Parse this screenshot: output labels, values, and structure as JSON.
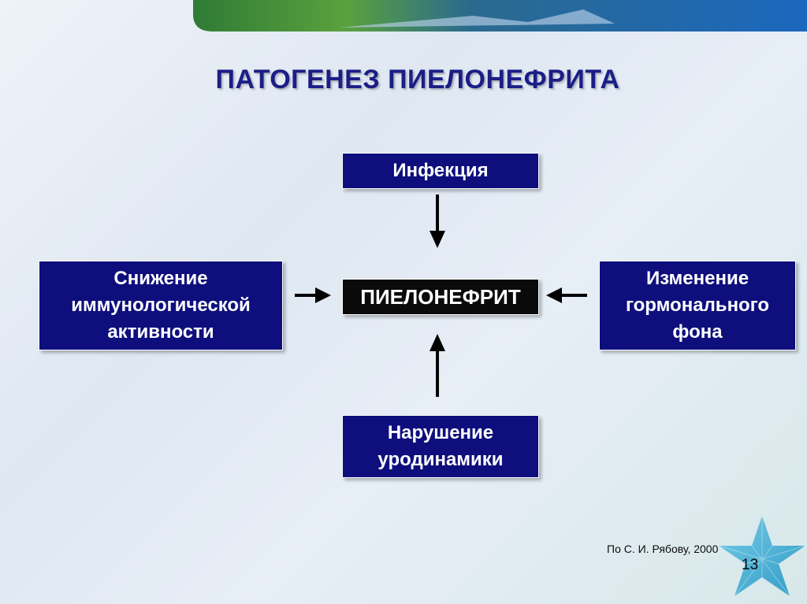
{
  "title": "ПАТОГЕНЕЗ ПИЕЛОНЕФРИТА",
  "nodes": {
    "top": "Инфекция",
    "left": "Снижение\nиммунологической\nактивности",
    "center": "ПИЕЛОНЕФРИТ",
    "right": "Изменение\nгормонального\nфона",
    "bottom": "Нарушение\nуродинамики"
  },
  "citation": "По С. И. Рябову, 2000",
  "page_number": "13",
  "colors": {
    "title": "#1b1e86",
    "box_bg": "#0e0f7d",
    "center_bg": "#0a0a0a",
    "arrow": "#000000"
  }
}
